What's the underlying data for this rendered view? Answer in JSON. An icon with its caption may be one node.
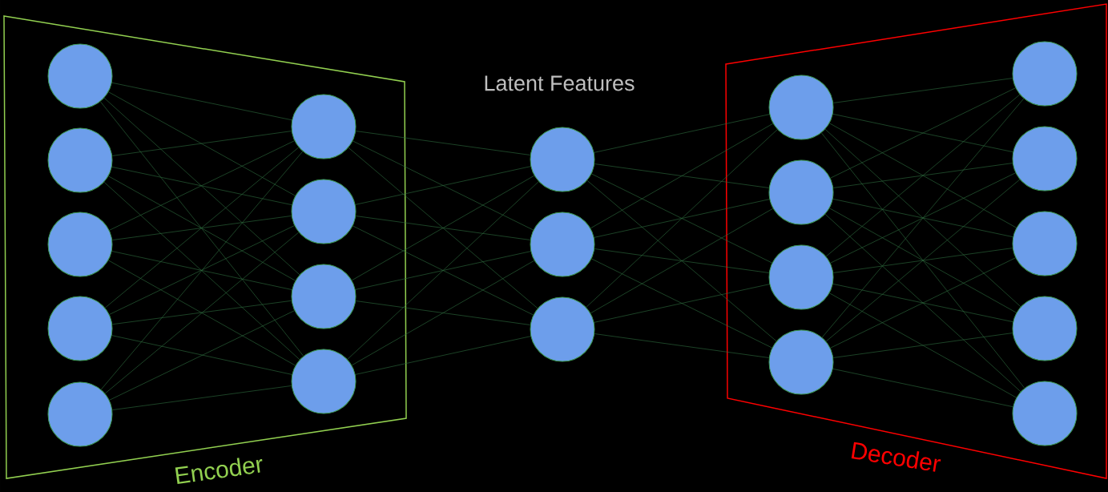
{
  "diagram": {
    "nodes": [
      {
        "text": [
          "Encoder"
        ]
      },
      {
        "text": [],
        "shape": "circle",
        "in": 0
      },
      {
        "text": [],
        "shape": "circle",
        "in": 0
      },
      {
        "text": [],
        "shape": "circle",
        "in": 0
      },
      {
        "text": [],
        "shape": "circle",
        "in": 0
      },
      {
        "text": [],
        "shape": "circle",
        "in": 0
      },
      {
        "text": [],
        "shape": "circle",
        "in": 0
      },
      {
        "text": [],
        "shape": "circle",
        "in": 0
      },
      {
        "text": [],
        "shape": "circle",
        "in": 0
      },
      {
        "text": [],
        "shape": "circle",
        "in": 0
      },
      {
        "text": [],
        "shape": "circle"
      },
      {
        "text": [],
        "shape": "circle"
      },
      {
        "text": [],
        "shape": "circle"
      },
      {
        "text": [
          "Decoder"
        ]
      },
      {
        "text": [],
        "shape": "circle",
        "in": 13
      },
      {
        "text": [],
        "shape": "circle",
        "in": 13
      },
      {
        "text": [],
        "shape": "circle",
        "in": 13
      },
      {
        "text": [],
        "shape": "circle",
        "in": 13
      },
      {
        "text": [],
        "shape": "circle",
        "in": 13
      },
      {
        "text": [],
        "shape": "circle",
        "in": 13
      },
      {
        "text": [],
        "shape": "circle",
        "in": 13
      },
      {
        "text": [],
        "shape": "circle",
        "in": 13
      },
      {
        "text": [],
        "shape": "circle",
        "in": 13
      }
    ],
    "edges": [
      {
        "from": 1,
        "to": 6,
        "arrow": "none"
      },
      {
        "from": 1,
        "to": 7,
        "arrow": "none"
      },
      {
        "from": 1,
        "to": 8,
        "arrow": "none"
      },
      {
        "from": 1,
        "to": 9,
        "arrow": "none"
      },
      {
        "from": 2,
        "to": 6,
        "arrow": "none"
      },
      {
        "from": 2,
        "to": 7,
        "arrow": "none"
      },
      {
        "from": 2,
        "to": 8,
        "arrow": "none"
      },
      {
        "from": 2,
        "to": 9,
        "arrow": "none"
      },
      {
        "from": 3,
        "to": 6,
        "arrow": "none"
      },
      {
        "from": 3,
        "to": 7,
        "arrow": "none"
      },
      {
        "from": 3,
        "to": 8,
        "arrow": "none"
      },
      {
        "from": 3,
        "to": 9,
        "arrow": "none"
      },
      {
        "from": 4,
        "to": 6,
        "arrow": "none"
      },
      {
        "from": 4,
        "to": 7,
        "arrow": "none"
      },
      {
        "from": 4,
        "to": 8,
        "arrow": "none"
      },
      {
        "from": 4,
        "to": 9,
        "arrow": "none"
      },
      {
        "from": 5,
        "to": 6,
        "arrow": "none"
      },
      {
        "from": 5,
        "to": 7,
        "arrow": "none"
      },
      {
        "from": 5,
        "to": 8,
        "arrow": "none"
      },
      {
        "from": 5,
        "to": 9,
        "arrow": "none"
      },
      {
        "from": 6,
        "to": 10,
        "arrow": "none"
      },
      {
        "from": 6,
        "to": 11,
        "arrow": "none"
      },
      {
        "from": 6,
        "to": 12,
        "arrow": "none"
      },
      {
        "from": 7,
        "to": 10,
        "arrow": "none"
      },
      {
        "from": 7,
        "to": 11,
        "arrow": "none"
      },
      {
        "from": 7,
        "to": 12,
        "arrow": "none"
      },
      {
        "from": 8,
        "to": 10,
        "arrow": "none"
      },
      {
        "from": 8,
        "to": 11,
        "arrow": "none"
      },
      {
        "from": 8,
        "to": 12,
        "arrow": "none"
      },
      {
        "from": 9,
        "to": 10,
        "arrow": "none"
      },
      {
        "from": 9,
        "to": 11,
        "arrow": "none"
      },
      {
        "from": 9,
        "to": 12,
        "arrow": "none"
      },
      {
        "from": 10,
        "to": 14,
        "arrow": "none"
      },
      {
        "from": 10,
        "to": 15,
        "arrow": "none"
      },
      {
        "from": 10,
        "to": 16,
        "arrow": "none"
      },
      {
        "from": 10,
        "to": 17,
        "arrow": "none"
      },
      {
        "from": 11,
        "to": 14,
        "arrow": "none"
      },
      {
        "from": 11,
        "to": 15,
        "arrow": "none"
      },
      {
        "from": 11,
        "to": 16,
        "arrow": "none"
      },
      {
        "from": 11,
        "to": 17,
        "arrow": "none"
      },
      {
        "from": 12,
        "to": 14,
        "arrow": "none"
      },
      {
        "from": 12,
        "to": 15,
        "arrow": "none"
      },
      {
        "from": 12,
        "to": 16,
        "arrow": "none"
      },
      {
        "from": 12,
        "to": 17,
        "arrow": "none"
      },
      {
        "from": 14,
        "to": 18,
        "arrow": "none"
      },
      {
        "from": 14,
        "to": 19,
        "arrow": "none"
      },
      {
        "from": 14,
        "to": 20,
        "arrow": "none"
      },
      {
        "from": 14,
        "to": 21,
        "arrow": "none"
      },
      {
        "from": 14,
        "to": 22,
        "arrow": "none"
      },
      {
        "from": 15,
        "to": 18,
        "arrow": "none"
      },
      {
        "from": 15,
        "to": 19,
        "arrow": "none"
      },
      {
        "from": 15,
        "to": 20,
        "arrow": "none"
      },
      {
        "from": 15,
        "to": 21,
        "arrow": "none"
      },
      {
        "from": 15,
        "to": 22,
        "arrow": "none"
      },
      {
        "from": 16,
        "to": 18,
        "arrow": "none"
      },
      {
        "from": 16,
        "to": 19,
        "arrow": "none"
      },
      {
        "from": 16,
        "to": 20,
        "arrow": "none"
      },
      {
        "from": 16,
        "to": 21,
        "arrow": "none"
      },
      {
        "from": 16,
        "to": 22,
        "arrow": "none"
      },
      {
        "from": 17,
        "to": 18,
        "arrow": "none"
      },
      {
        "from": 17,
        "to": 19,
        "arrow": "none"
      },
      {
        "from": 17,
        "to": 20,
        "arrow": "none"
      },
      {
        "from": 17,
        "to": 21,
        "arrow": "none"
      },
      {
        "from": 17,
        "to": 22,
        "arrow": "none"
      }
    ],
    "labels": [
      "Latent Features"
    ]
  }
}
